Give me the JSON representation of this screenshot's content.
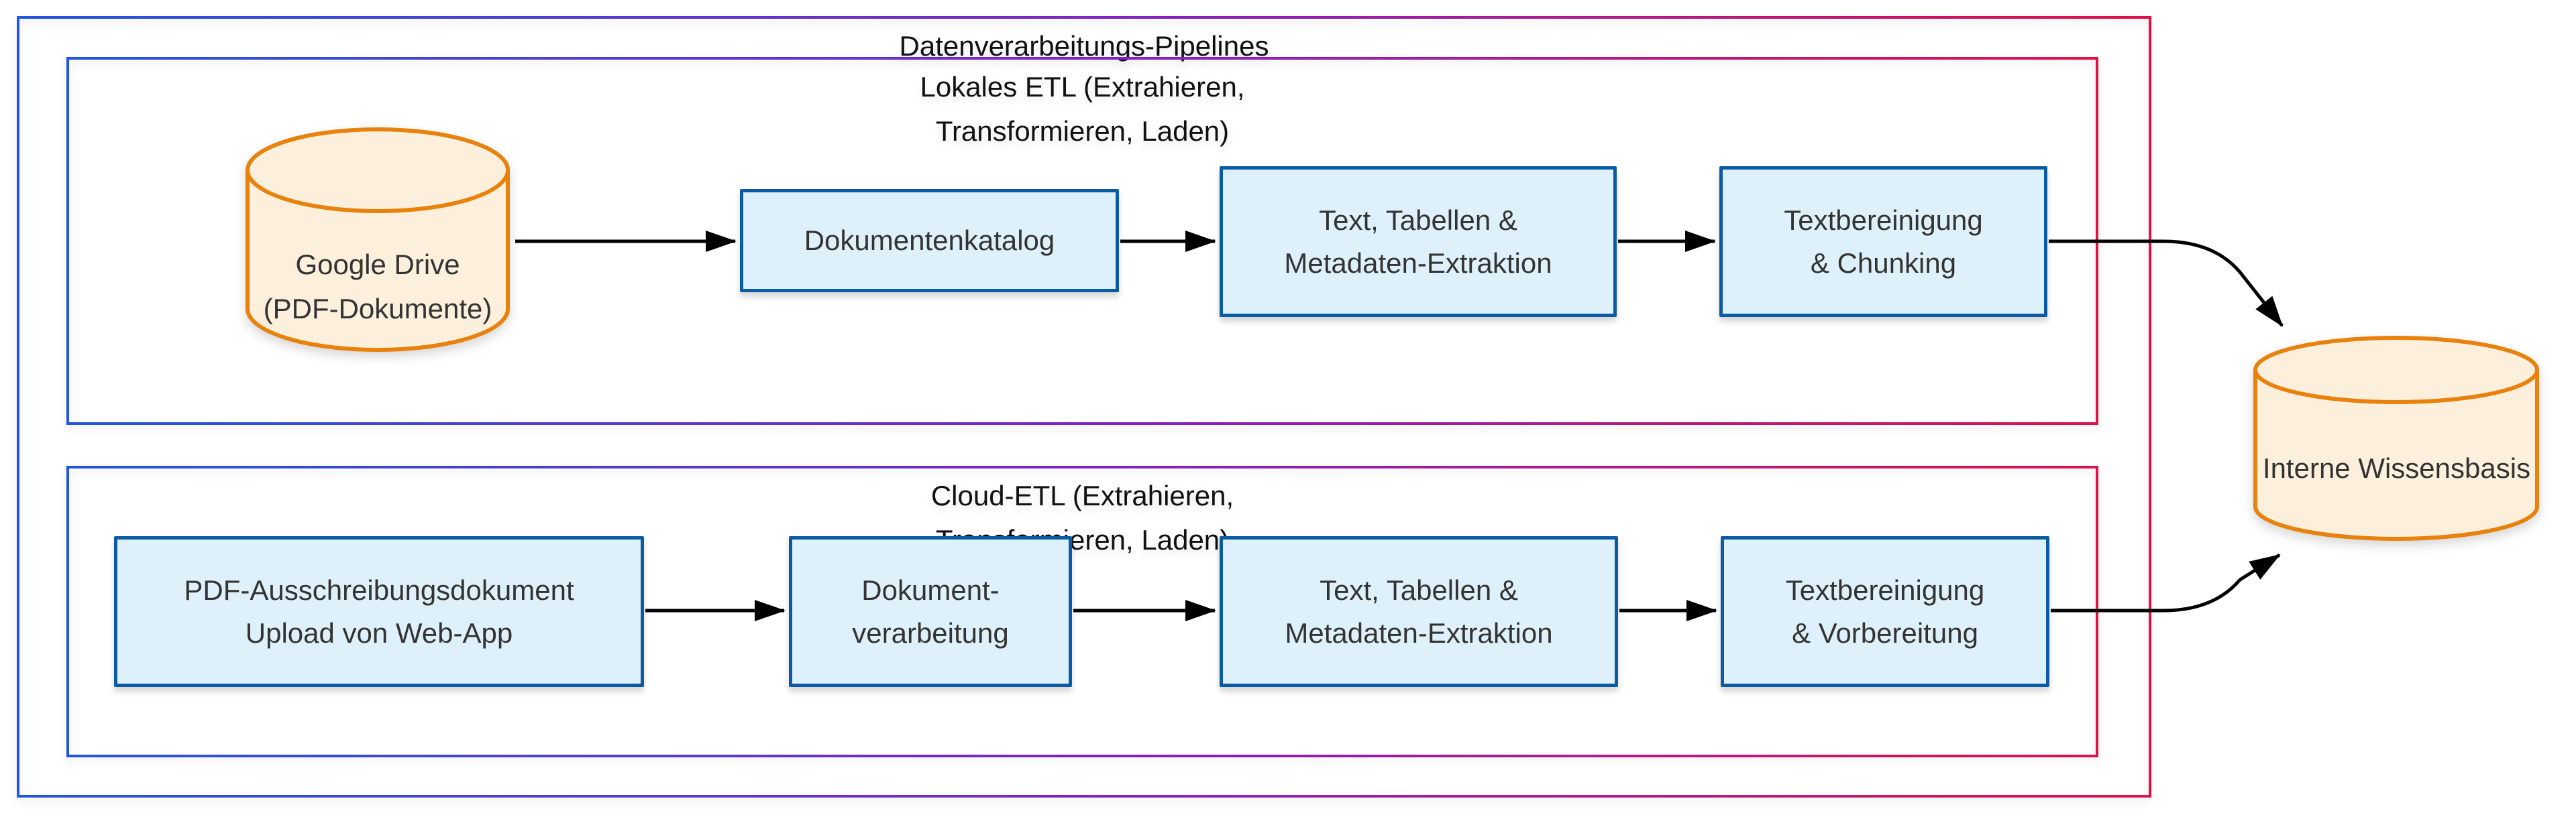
{
  "diagram": {
    "outer": {
      "title": "Datenverarbeitungs-Pipelines"
    },
    "subgraph_local": {
      "title_line1": "Lokales ETL (Extrahieren,",
      "title_line2": "Transformieren, Laden)"
    },
    "subgraph_cloud": {
      "title_line1": "Cloud-ETL (Extrahieren,",
      "title_line2": "Transformieren, Laden)"
    },
    "nodes": {
      "google_drive": {
        "shape": "cylinder",
        "line1": "Google Drive",
        "line2": "(PDF-Dokumente)"
      },
      "dokumentenkatalog": {
        "shape": "rect",
        "line1": "Dokumentenkatalog"
      },
      "extraktion_lokal": {
        "shape": "rect",
        "line1": "Text, Tabellen &",
        "line2": "Metadaten-Extraktion"
      },
      "chunking": {
        "shape": "rect",
        "line1": "Textbereinigung",
        "line2": "& Chunking"
      },
      "pdf_upload": {
        "shape": "rect",
        "line1": "PDF-Ausschreibungsdokument",
        "line2": "Upload von Web-App"
      },
      "dokument_verarbeitung": {
        "shape": "rect",
        "line1": "Dokument-",
        "line2": "verarbeitung"
      },
      "extraktion_cloud": {
        "shape": "rect",
        "line1": "Text, Tabellen &",
        "line2": "Metadaten-Extraktion"
      },
      "vorbereitung": {
        "shape": "rect",
        "line1": "Textbereinigung",
        "line2": "& Vorbereitung"
      },
      "wissensbasis": {
        "shape": "cylinder",
        "line1": "Interne Wissensbasis"
      }
    },
    "colors": {
      "frame_gradient_start": "#2155e0",
      "frame_gradient_mid": "#8222c5",
      "frame_gradient_end": "#e11048",
      "node_fill": "#def1fb",
      "node_border": "#0b5ba4",
      "cylinder_fill": "#fcefdc",
      "cylinder_border": "#e8820d",
      "edge_color": "#000000",
      "text_color": "#333333"
    }
  }
}
